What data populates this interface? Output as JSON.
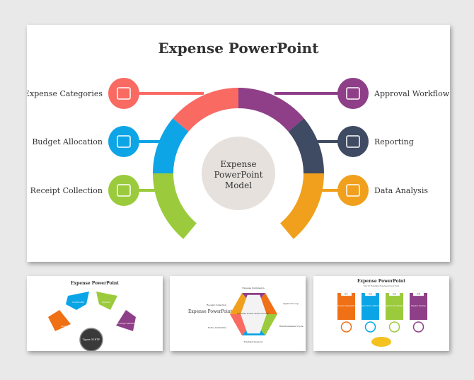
{
  "main": {
    "title": "Expense PowerPoint",
    "center": [
      "Expense",
      "PowerPoint",
      "Model"
    ],
    "left": [
      {
        "label": "Expense Categories",
        "icon": "wallet-icon",
        "color": "#f96a63"
      },
      {
        "label": "Budget Allocation",
        "icon": "money-bag-icon",
        "color": "#0ea5e6"
      },
      {
        "label": "Receipt Collection",
        "icon": "receipt-icon",
        "color": "#9bcb3c"
      }
    ],
    "right": [
      {
        "label": "Approval Workflow",
        "icon": "workflow-icon",
        "color": "#8e3f87"
      },
      {
        "label": "Reporting",
        "icon": "report-icon",
        "color": "#3f4a63"
      },
      {
        "label": "Data Analysis",
        "icon": "analytics-icon",
        "color": "#f0a01c"
      }
    ]
  },
  "thumb1": {
    "title": "Expense PowerPoint",
    "segments": [
      "Index",
      "Commodity",
      "Interest",
      "Foreign Market"
    ],
    "center": "Types Of ETF"
  },
  "thumb2": {
    "title": "Expense PowerPoint",
    "center": "Expense Power Point Circular",
    "labels": [
      "Expense Submission",
      "Approval Loop",
      "Reimbursement Cycle",
      "Training Sessions",
      "Policy Guidelines",
      "Receipt Collection"
    ]
  },
  "thumb3": {
    "title": "Expense PowerPoint",
    "subtitle": "Tips for Handling Expenses Power Point",
    "steps": [
      {
        "num": "01",
        "label": "Receipt Organization"
      },
      {
        "num": "02",
        "label": "Expense Policy Adherence"
      },
      {
        "num": "03",
        "label": "Digital Tools Utilization"
      },
      {
        "num": "04",
        "label": "Regular Training"
      }
    ]
  }
}
